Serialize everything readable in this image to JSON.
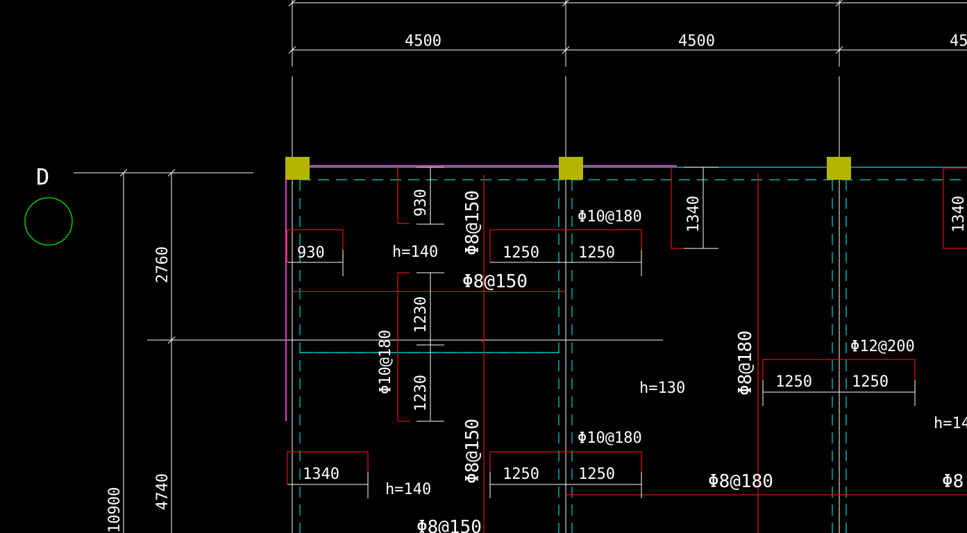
{
  "drawing": {
    "grid_axis_label": "D",
    "dimensions": {
      "top": [
        "4500",
        "4500",
        "45"
      ],
      "left": [
        "2760",
        "4740",
        "10900"
      ]
    },
    "slab_thickness": [
      "h=140",
      "h=130",
      "h=140",
      "h=14"
    ],
    "reinforcement_labels": [
      "Φ8@150",
      "Φ8@150",
      "Φ10@180",
      "Φ10@180",
      "Φ10@180",
      "Φ8@150",
      "Φ8@180",
      "Φ12@200",
      "Φ8@180",
      "Φ8@150",
      "Φ8"
    ],
    "rebar_extensions": [
      "930",
      "930",
      "1230",
      "1230",
      "1250",
      "1250",
      "1340",
      "1340",
      "1250",
      "1250",
      "1250",
      "1250",
      "1340"
    ],
    "colors": {
      "background": "#000000",
      "dimension_line": "#ffffff",
      "axis_circle": "#00cc00",
      "column": "#b5b500",
      "beam_dashed": "#00d8d8",
      "rebar": "#e01010",
      "rebar_pink": "#e040c0"
    }
  }
}
